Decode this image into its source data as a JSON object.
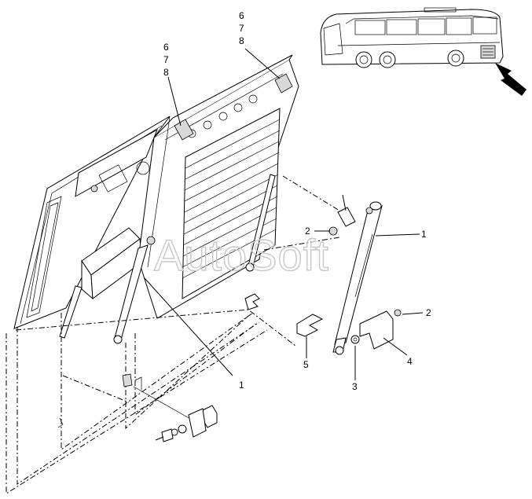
{
  "watermark": "AutoSoft",
  "callouts": {
    "top_right_group": [
      "6",
      "7",
      "8"
    ],
    "top_mid_group": [
      "6",
      "7",
      "8"
    ],
    "gas_spring_right": "1",
    "gas_spring_left": "1",
    "nut_upper": "2",
    "nut_lower": "2",
    "washer": "3",
    "bracket": "4",
    "clip": "5"
  },
  "colors": {
    "line": "#000000",
    "watermark": "#c8c8c8",
    "shade": "#d9d9d9"
  },
  "icons": {
    "locator": "bus-icon",
    "pointer": "arrow-pointer-icon"
  }
}
